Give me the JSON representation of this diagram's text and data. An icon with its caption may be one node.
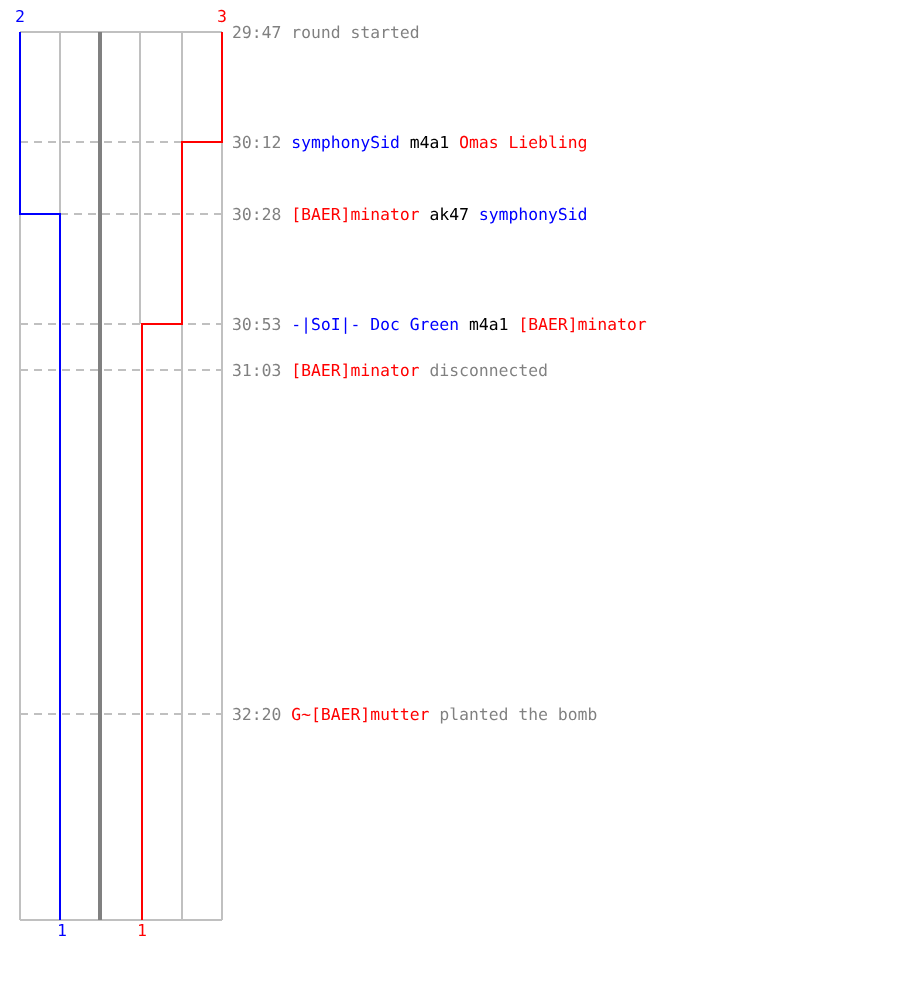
{
  "diagram": {
    "labels": [
      "2",
      "3",
      "29:47",
      "round started",
      "30:12",
      "symphonySid",
      "m4a1",
      "Omas Liebling",
      "30:28",
      "[BAER]minator",
      "ak47",
      "symphonySid",
      "30:53",
      "-|SoI|- Doc Green",
      "m4a1",
      "[BAER]minator",
      "31:03",
      "[BAER]minator",
      "disconnected",
      "32:20",
      "G~[BAER]mutter",
      "planted the bomb",
      "1",
      "1"
    ]
  }
}
